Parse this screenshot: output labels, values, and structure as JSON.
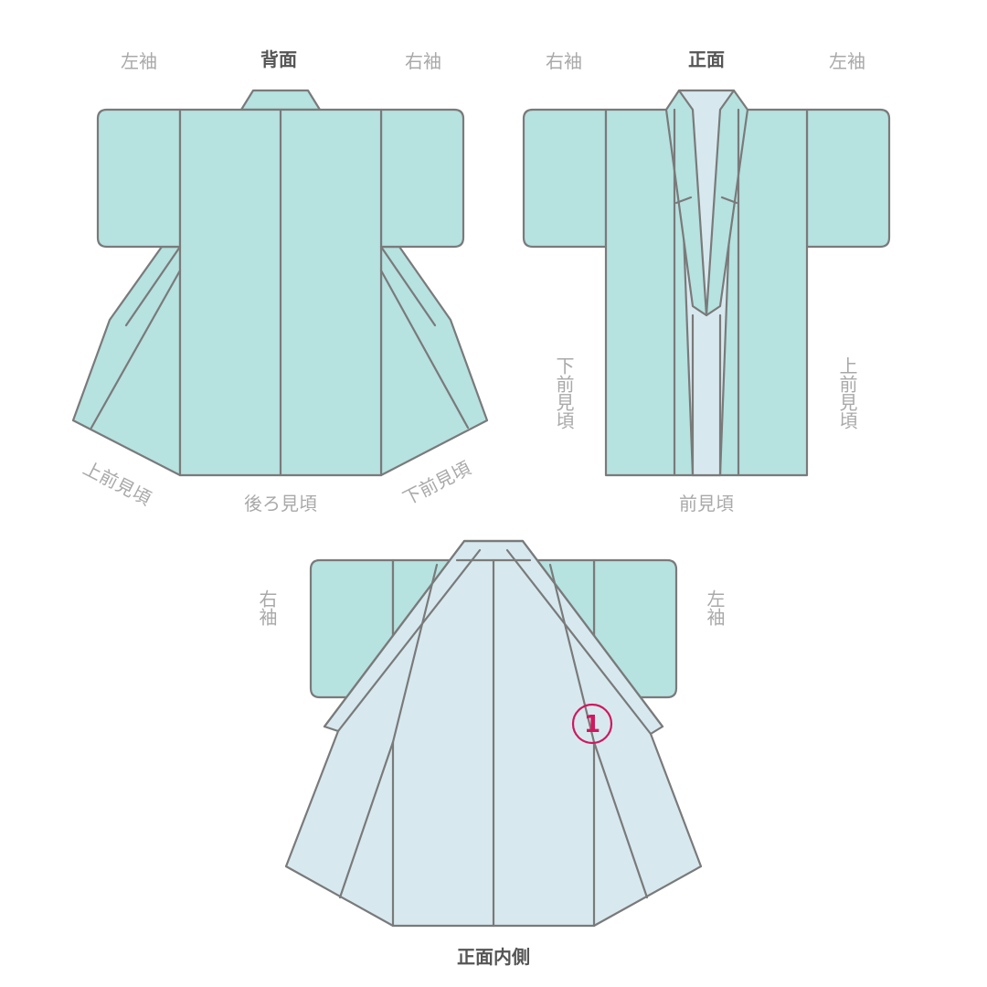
{
  "colors": {
    "outer": "#b6e2e0",
    "lining": "#d7e9ef",
    "stroke": "#7a7a7a",
    "label": "#a9a9a9",
    "title": "#555555",
    "marker": "#d0185f"
  },
  "back_view": {
    "title": "背面",
    "left_sleeve": "左袖",
    "right_sleeve": "右袖",
    "left_panel": "上前見頃",
    "back_panel": "後ろ見頃",
    "right_panel": "下前見頃"
  },
  "front_view": {
    "title": "正面",
    "right_sleeve": "右袖",
    "left_sleeve": "左袖",
    "left_panel": "下前見頃",
    "right_panel": "上前見頃",
    "front_panel": "前見頃"
  },
  "inside_view": {
    "title": "正面内側",
    "right_sleeve": "右袖",
    "left_sleeve": "左袖",
    "marker": "1"
  }
}
